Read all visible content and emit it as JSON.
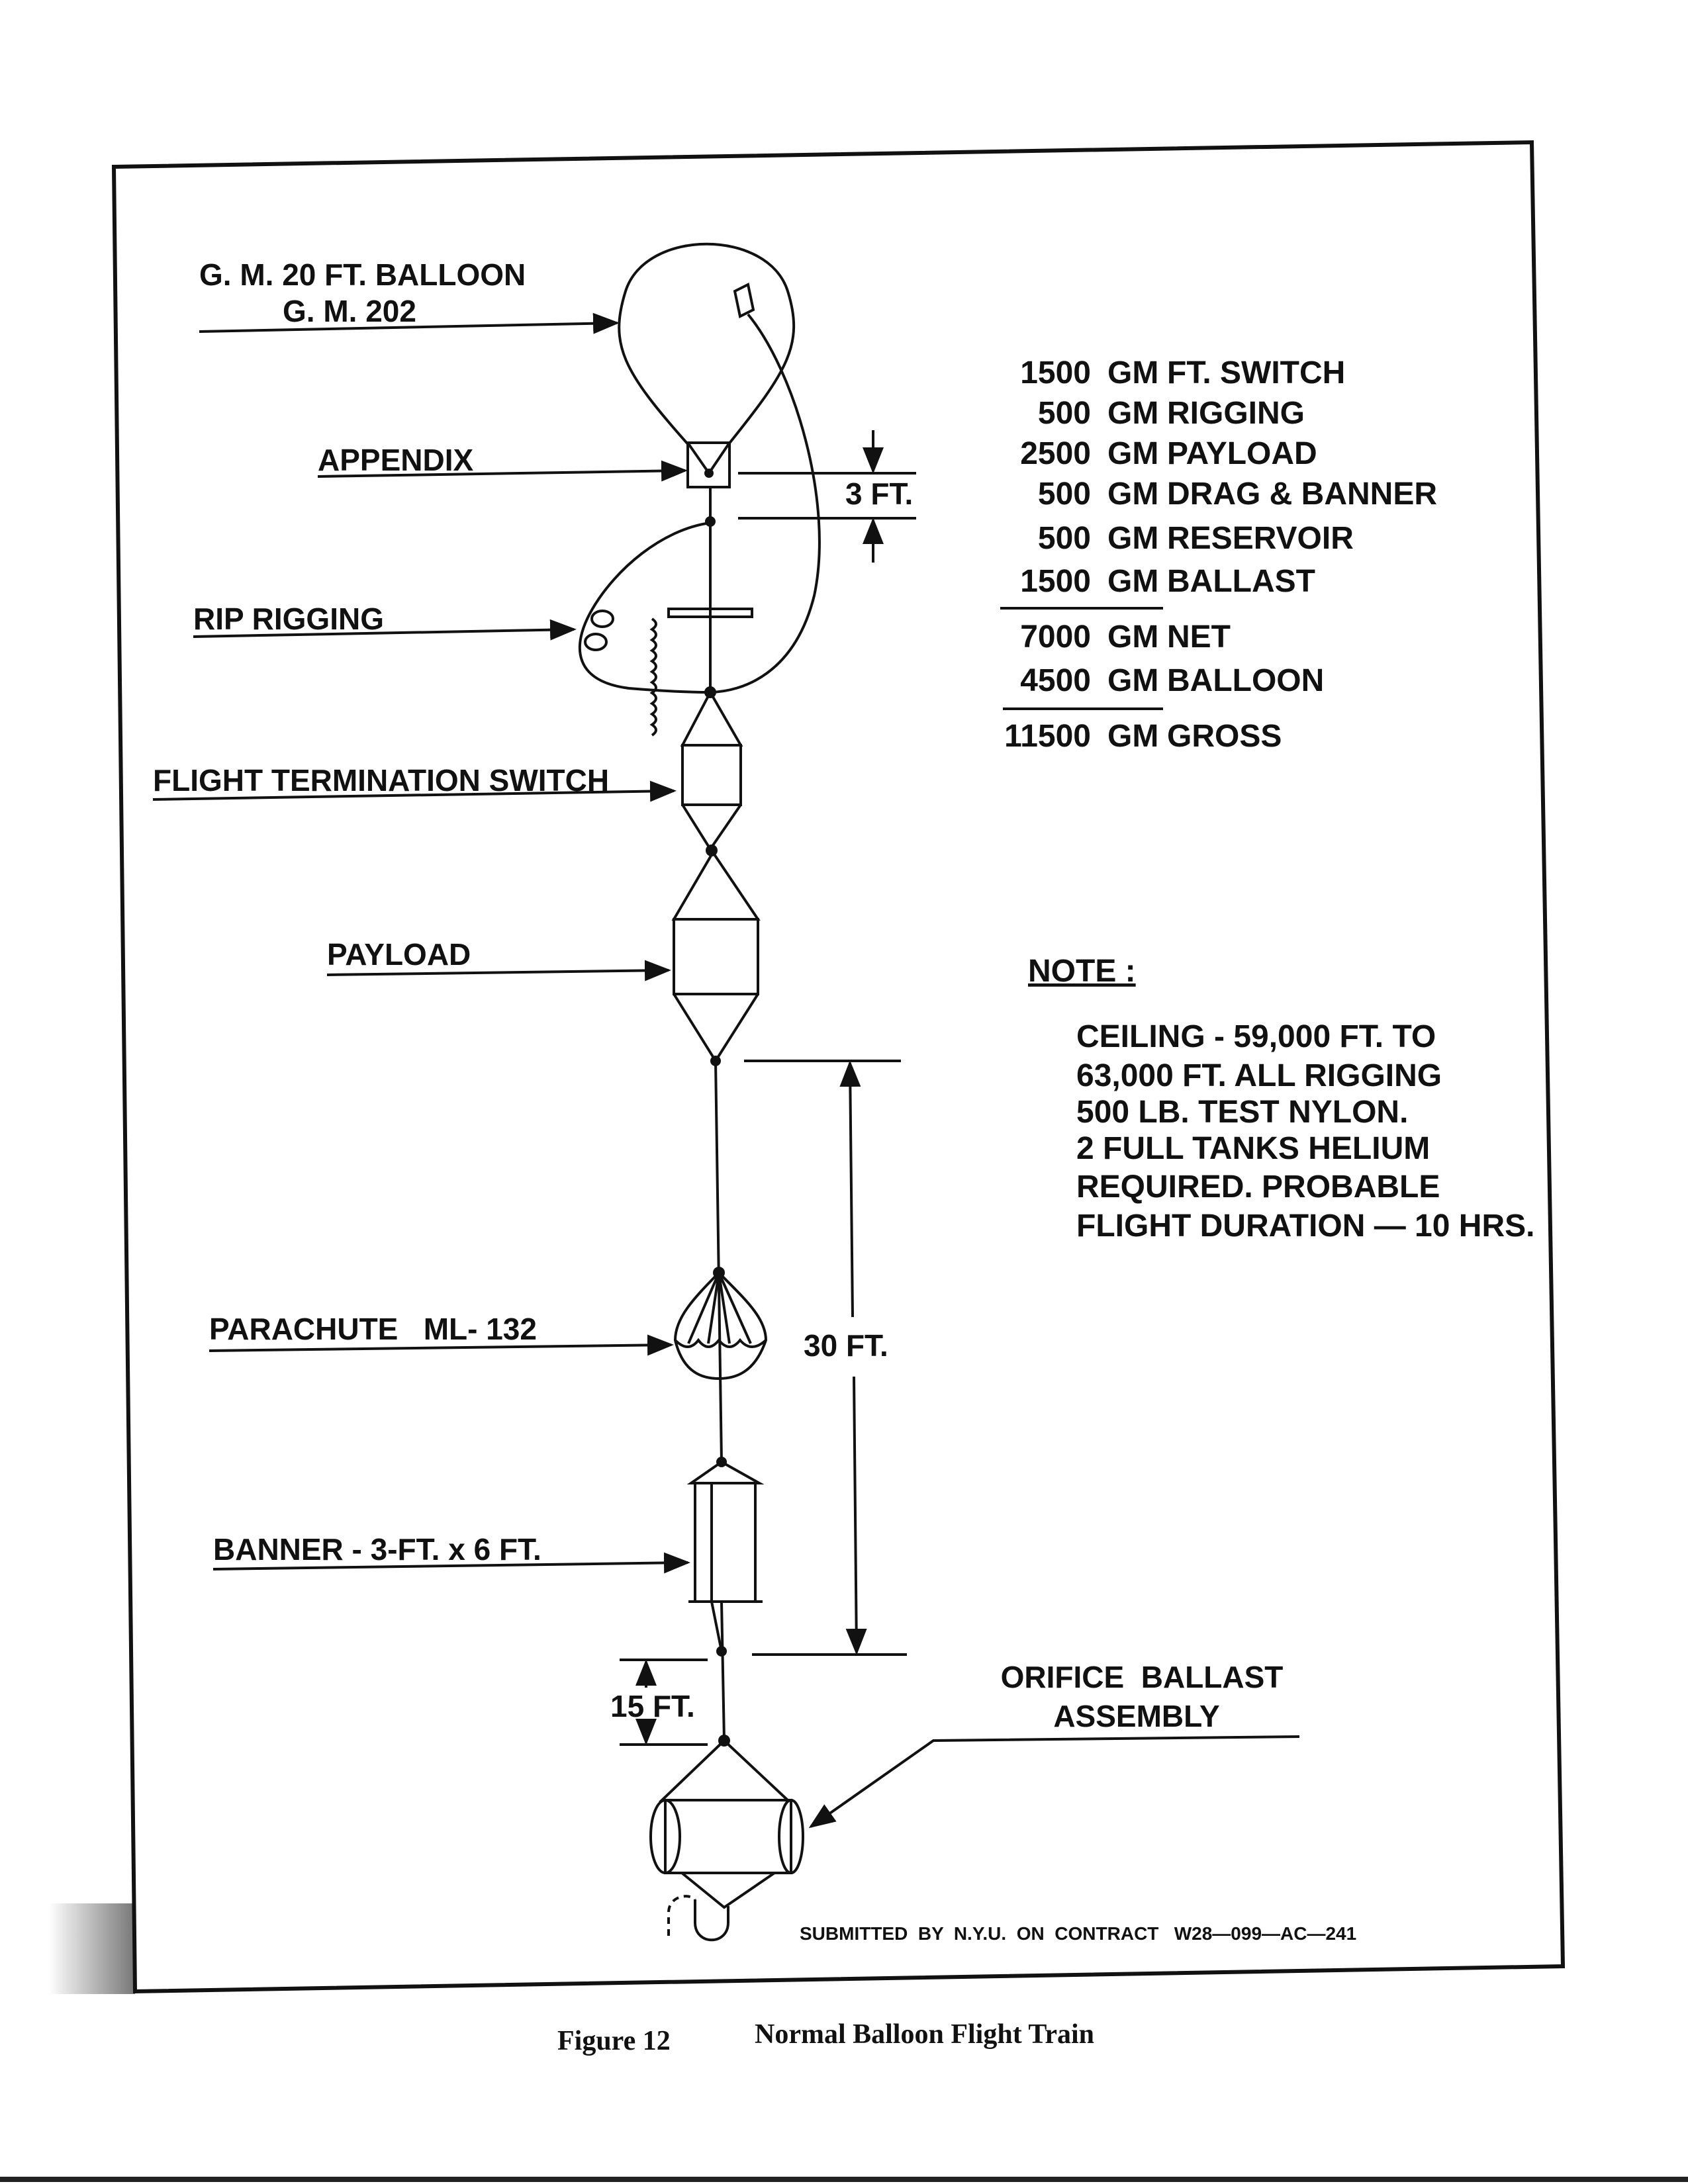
{
  "diagram": {
    "labels": {
      "balloon_line1": "G. M. 20 FT. BALLOON",
      "balloon_line2": "G. M. 202",
      "appendix": "APPENDIX",
      "rip_rigging": "RIP RIGGING",
      "flight_termination_switch": "FLIGHT TERMINATION SWITCH",
      "payload": "PAYLOAD",
      "parachute": "PARACHUTE   ML- 132",
      "banner": "BANNER - 3-FT. x 6 FT.",
      "orifice_line1": "ORIFICE  BALLAST",
      "orifice_line2": "ASSEMBLY"
    },
    "dimensions": {
      "appendix_gap": "3 FT.",
      "lower_span": "30 FT.",
      "ballast_gap": "15 FT."
    },
    "weights": [
      {
        "amount": "1500",
        "unit": "GM",
        "item": "FT. SWITCH"
      },
      {
        "amount": "500",
        "unit": "GM",
        "item": "RIGGING"
      },
      {
        "amount": "2500",
        "unit": "GM",
        "item": "PAYLOAD"
      },
      {
        "amount": "500",
        "unit": "GM",
        "item": "DRAG  &  BANNER"
      },
      {
        "amount": "500",
        "unit": "GM",
        "item": "RESERVOIR"
      },
      {
        "amount": "1500",
        "unit": "GM",
        "item": "BALLAST"
      },
      {
        "amount": "7000",
        "unit": "GM",
        "item": "NET"
      },
      {
        "amount": "4500",
        "unit": "GM",
        "item": "BALLOON"
      },
      {
        "amount": "11500",
        "unit": "GM",
        "item": "GROSS"
      }
    ],
    "note": {
      "title": "NOTE :",
      "lines": [
        "CEILING - 59,000 FT.  TO",
        "63,000 FT.   ALL RIGGING",
        "500 LB.  TEST  NYLON.",
        "2  FULL TANKS  HELIUM",
        "REQUIRED.    PROBABLE",
        "FLIGHT  DURATION — 10  HRS."
      ]
    },
    "submitted": "SUBMITTED  BY  N.Y.U.  ON  CONTRACT   W28—099—AC—241"
  },
  "caption": {
    "figure": "Figure 12",
    "title": "Normal Balloon Flight Train"
  }
}
